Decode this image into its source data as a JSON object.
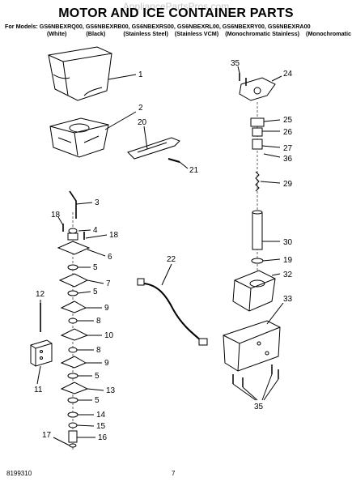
{
  "watermark": "AppliancePartsPros.com",
  "title": "MOTOR AND ICE CONTAINER PARTS",
  "models_line": "For Models: GS6NBEXRQ00, GS6NBEXRB00, GS6NBEXRS00, GS6NBEXRL00, GS6NBEXRY00, GS6NBEXRA00",
  "finishes": [
    "(White)",
    "(Black)",
    "(Stainless Steel)",
    "(Stainless VCM)",
    "(Monochromatic Stainless)",
    "(Monochromatic Satina)"
  ],
  "callouts": [
    {
      "id": "c1",
      "label": "1"
    },
    {
      "id": "c2",
      "label": "2"
    },
    {
      "id": "c20",
      "label": "20"
    },
    {
      "id": "c21",
      "label": "21"
    },
    {
      "id": "c3",
      "label": "3"
    },
    {
      "id": "c18a",
      "label": "18"
    },
    {
      "id": "c4",
      "label": "4"
    },
    {
      "id": "c18b",
      "label": "18"
    },
    {
      "id": "c6",
      "label": "6"
    },
    {
      "id": "c5a",
      "label": "5"
    },
    {
      "id": "c7",
      "label": "7"
    },
    {
      "id": "c5b",
      "label": "5"
    },
    {
      "id": "c9a",
      "label": "9"
    },
    {
      "id": "c8a",
      "label": "8"
    },
    {
      "id": "c10",
      "label": "10"
    },
    {
      "id": "c8b",
      "label": "8"
    },
    {
      "id": "c9b",
      "label": "9"
    },
    {
      "id": "c5c",
      "label": "5"
    },
    {
      "id": "c13",
      "label": "13"
    },
    {
      "id": "c5d",
      "label": "5"
    },
    {
      "id": "c14",
      "label": "14"
    },
    {
      "id": "c15",
      "label": "15"
    },
    {
      "id": "c16",
      "label": "16"
    },
    {
      "id": "c17",
      "label": "17"
    },
    {
      "id": "c12",
      "label": "12"
    },
    {
      "id": "c11",
      "label": "11"
    },
    {
      "id": "c22",
      "label": "22"
    },
    {
      "id": "c35a",
      "label": "35"
    },
    {
      "id": "c24",
      "label": "24"
    },
    {
      "id": "c25",
      "label": "25"
    },
    {
      "id": "c26",
      "label": "26"
    },
    {
      "id": "c27",
      "label": "27"
    },
    {
      "id": "c36",
      "label": "36"
    },
    {
      "id": "c29",
      "label": "29"
    },
    {
      "id": "c30",
      "label": "30"
    },
    {
      "id": "c19",
      "label": "19"
    },
    {
      "id": "c32",
      "label": "32"
    },
    {
      "id": "c33",
      "label": "33"
    },
    {
      "id": "c35b",
      "label": "35"
    }
  ],
  "footer": {
    "doc_number": "8199310",
    "page_number": "7"
  }
}
